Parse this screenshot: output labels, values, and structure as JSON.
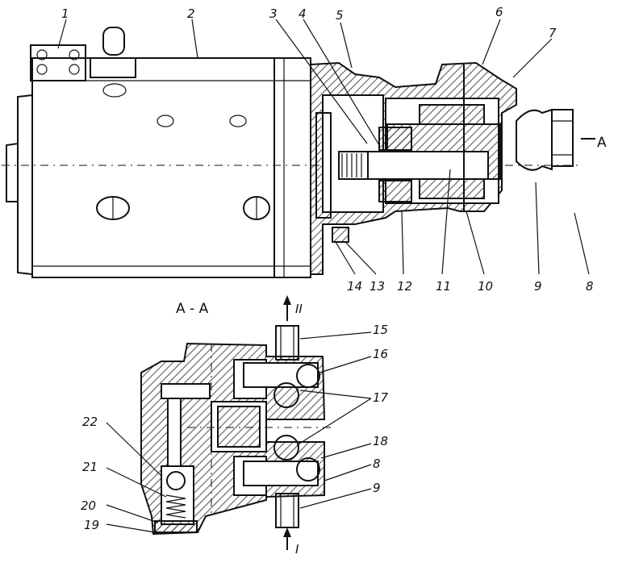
{
  "labels": [
    {
      "id": "1",
      "text": "1"
    },
    {
      "id": "2",
      "text": "2"
    },
    {
      "id": "3",
      "text": "3"
    },
    {
      "id": "4",
      "text": "4"
    },
    {
      "id": "5",
      "text": "5"
    },
    {
      "id": "6",
      "text": "6"
    },
    {
      "id": "7",
      "text": "7"
    },
    {
      "id": "8",
      "text": "8"
    },
    {
      "id": "9",
      "text": "9"
    },
    {
      "id": "10",
      "text": "10"
    },
    {
      "id": "11",
      "text": "11"
    },
    {
      "id": "12",
      "text": "12"
    },
    {
      "id": "13",
      "text": "13"
    },
    {
      "id": "14",
      "text": "14"
    },
    {
      "id": "15",
      "text": "15"
    },
    {
      "id": "16",
      "text": "16"
    },
    {
      "id": "17",
      "text": "17"
    },
    {
      "id": "18",
      "text": "18"
    },
    {
      "id": "8b",
      "text": "8"
    },
    {
      "id": "9b",
      "text": "9"
    },
    {
      "id": "19",
      "text": "19"
    },
    {
      "id": "20",
      "text": "20"
    },
    {
      "id": "21",
      "text": "21"
    },
    {
      "id": "22",
      "text": "22"
    }
  ],
  "section_mark": "A",
  "section_title": "A - A",
  "port_upper": "II",
  "port_lower": "I"
}
